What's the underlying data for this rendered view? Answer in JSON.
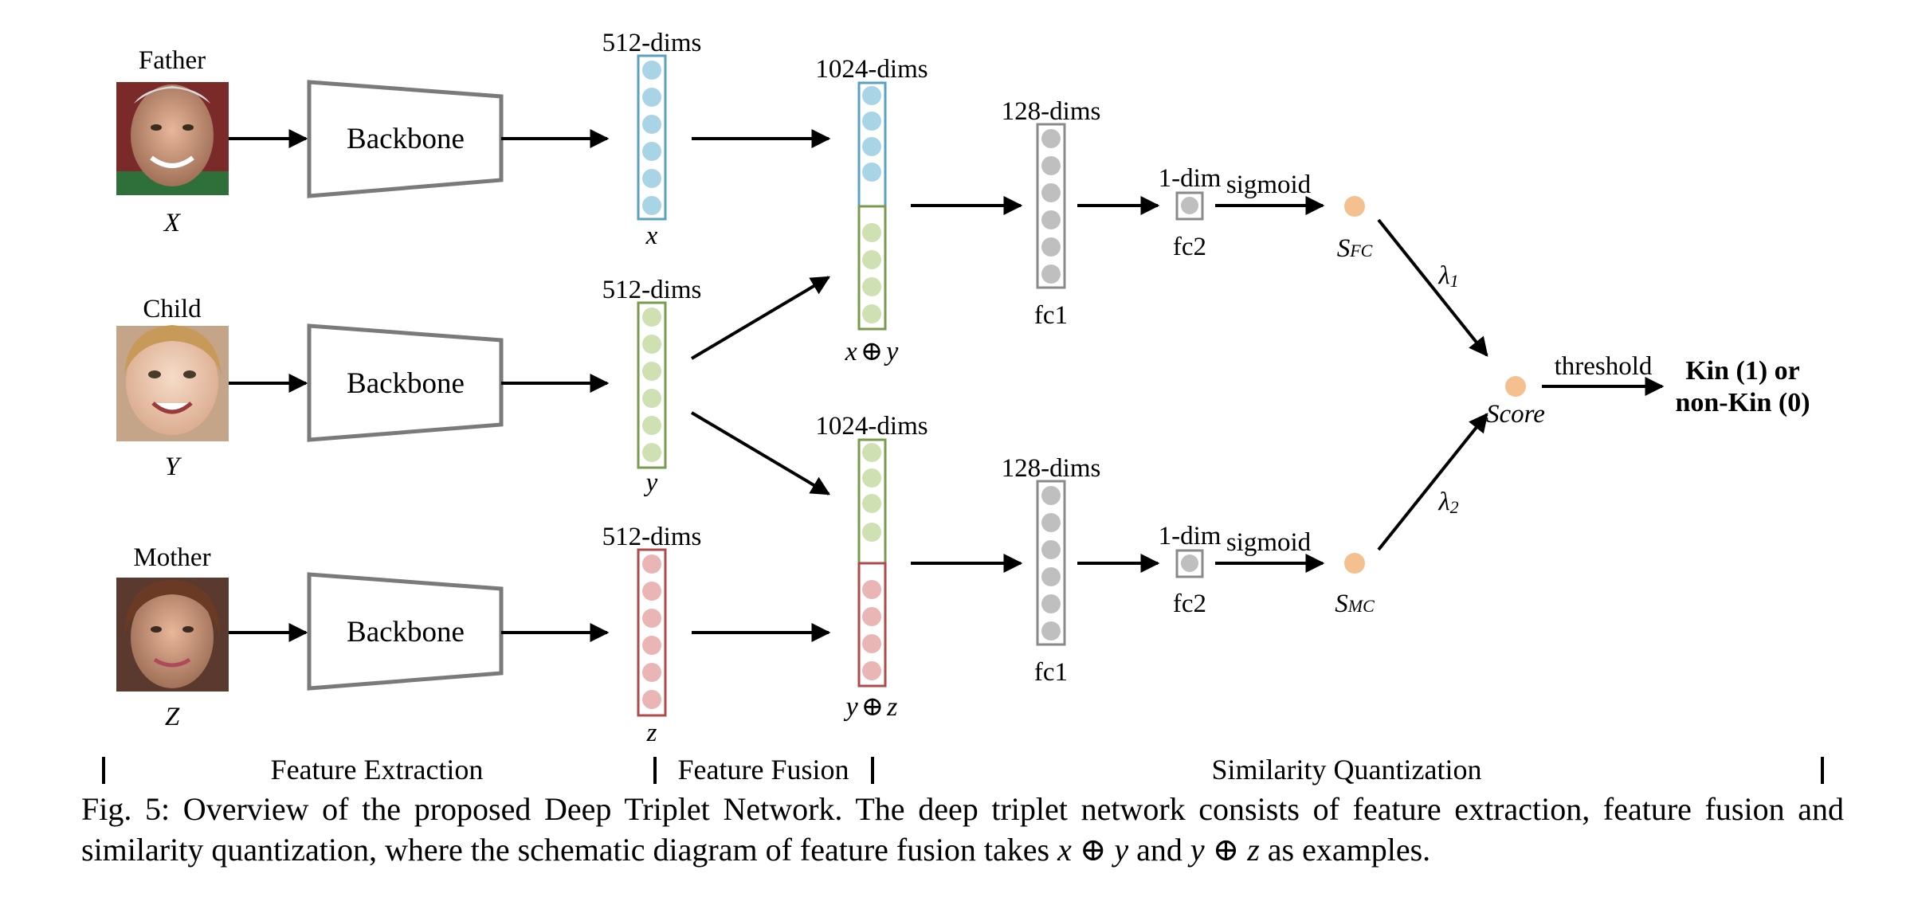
{
  "inputs": [
    {
      "role": "Father",
      "symbol": "X",
      "feature": "x",
      "dims": "512-dims",
      "node_color": "#a9d4e6",
      "border_color": "#5aa0c0"
    },
    {
      "role": "Child",
      "symbol": "Y",
      "feature": "y",
      "dims": "512-dims",
      "node_color": "#cfe0b3",
      "border_color": "#7a9a4e"
    },
    {
      "role": "Mother",
      "symbol": "Z",
      "feature": "z",
      "dims": "512-dims",
      "node_color": "#e9b5b5",
      "border_color": "#b04a4a"
    }
  ],
  "backbone_label": "Backbone",
  "fusion": [
    {
      "dims": "1024-dims",
      "label_a": "x",
      "op": "⊕",
      "label_b": "y"
    },
    {
      "dims": "1024-dims",
      "label_a": "y",
      "op": "⊕",
      "label_b": "z"
    }
  ],
  "branches": [
    {
      "fc1_dims": "128-dims",
      "fc1_label": "fc1",
      "fc2_dims": "1-dim",
      "fc2_label": "fc2",
      "activation": "sigmoid",
      "score": "S",
      "score_sub": "FC",
      "weight": "λ",
      "weight_sub": "1"
    },
    {
      "fc1_dims": "128-dims",
      "fc1_label": "fc1",
      "fc2_dims": "1-dim",
      "fc2_label": "fc2",
      "activation": "sigmoid",
      "score": "S",
      "score_sub": "MC",
      "weight": "λ",
      "weight_sub": "2"
    }
  ],
  "score_label": "Score",
  "threshold_label": "threshold",
  "output": {
    "line1": "Kin (1) or",
    "line2": "non-Kin (0)"
  },
  "stages": [
    "Feature Extraction",
    "Feature Fusion",
    "Similarity Quantization"
  ],
  "caption": {
    "prefix": "Fig. 5: Overview of the proposed Deep Triplet Network. The deep triplet network consists of feature extraction, feature fusion and similarity quantization, where the schematic diagram of feature fusion takes ",
    "expr1": "x ⊕ y",
    "middle": " and ",
    "expr2": "y ⊕ z",
    "suffix": " as examples."
  },
  "colors": {
    "arrow": "#000000",
    "backbone_stroke": "#7a7a7a",
    "fc_node": "#bfbfbf",
    "fc_border": "#8a8a8a",
    "score_node": "#f5c08f"
  }
}
